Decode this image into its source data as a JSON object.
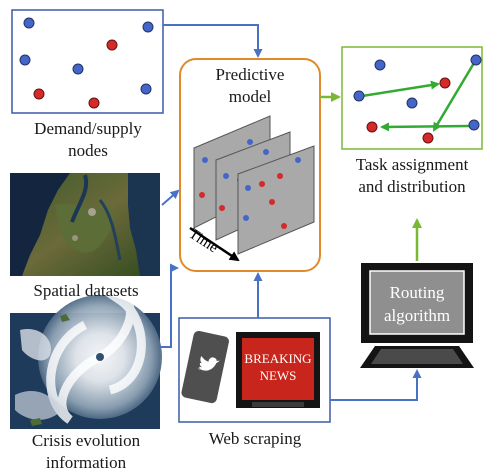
{
  "labels": {
    "demand_supply": [
      "Demand/supply",
      "nodes"
    ],
    "spatial": "Spatial datasets",
    "crisis": [
      "Crisis evolution",
      "information"
    ],
    "predictive": [
      "Predictive",
      "model"
    ],
    "time": "Time",
    "task": [
      "Task assignment",
      "and distribution"
    ],
    "routing": [
      "Routing",
      "algorithm"
    ],
    "web_scraping": "Web scraping",
    "breaking_news": [
      "BREAKING",
      "NEWS"
    ]
  },
  "colors": {
    "flow_blue": "#4a72c4",
    "flow_green": "#7ab833",
    "predictive_border": "#e08a2c",
    "task_border": "#7ab833",
    "node_blue": "#4466c8",
    "node_red": "#d42a2a",
    "breaking_red": "#c8261d",
    "route_green": "#33aa33",
    "slide_gray": "#a9a9a9"
  },
  "icons": {
    "phone": "twitter-bird-icon",
    "news": "breaking-news-screen-icon",
    "routing": "computer-monitor-icon"
  }
}
